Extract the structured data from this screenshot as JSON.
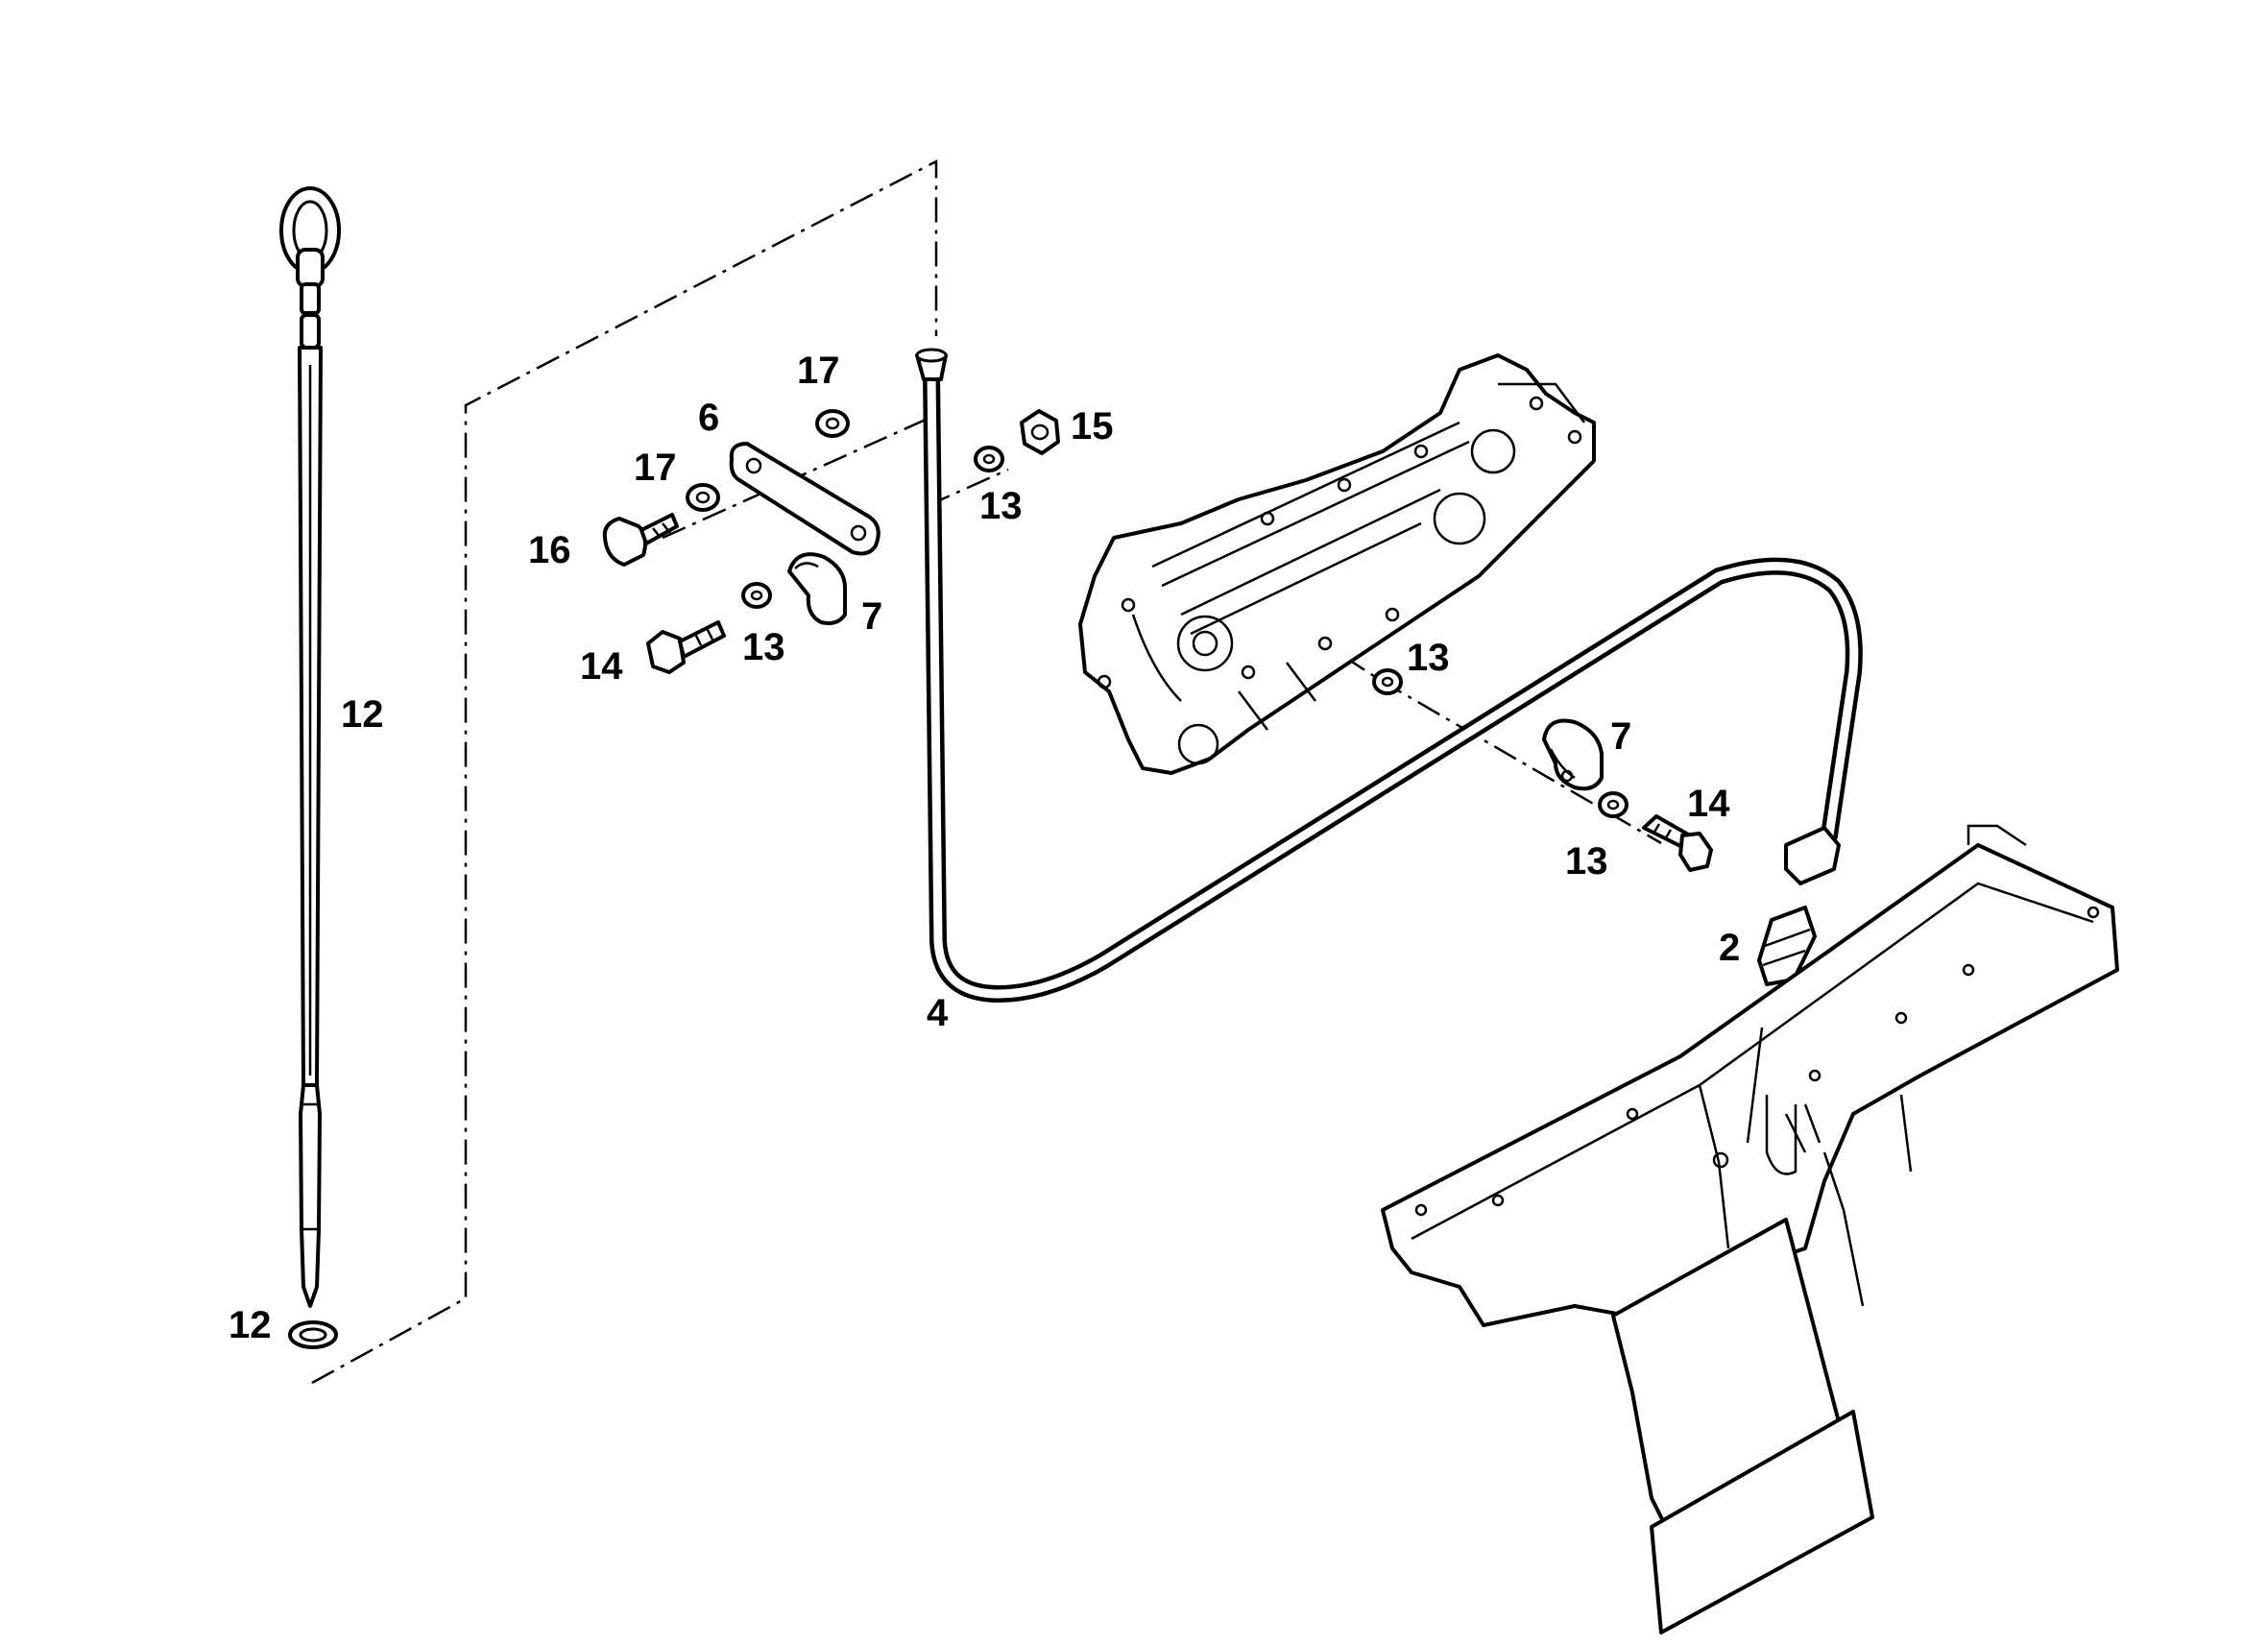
{
  "callouts": {
    "c12_dipstick": "12",
    "c12_washer": "12",
    "c17_top": "17",
    "c6": "6",
    "c17_left": "17",
    "c16": "16",
    "c14_left": "14",
    "c13_left": "13",
    "c7_left": "7",
    "c15": "15",
    "c13_top": "13",
    "c4": "4",
    "c13_mid": "13",
    "c7_right": "7",
    "c14_right": "14",
    "c13_right": "13",
    "c2": "2"
  }
}
